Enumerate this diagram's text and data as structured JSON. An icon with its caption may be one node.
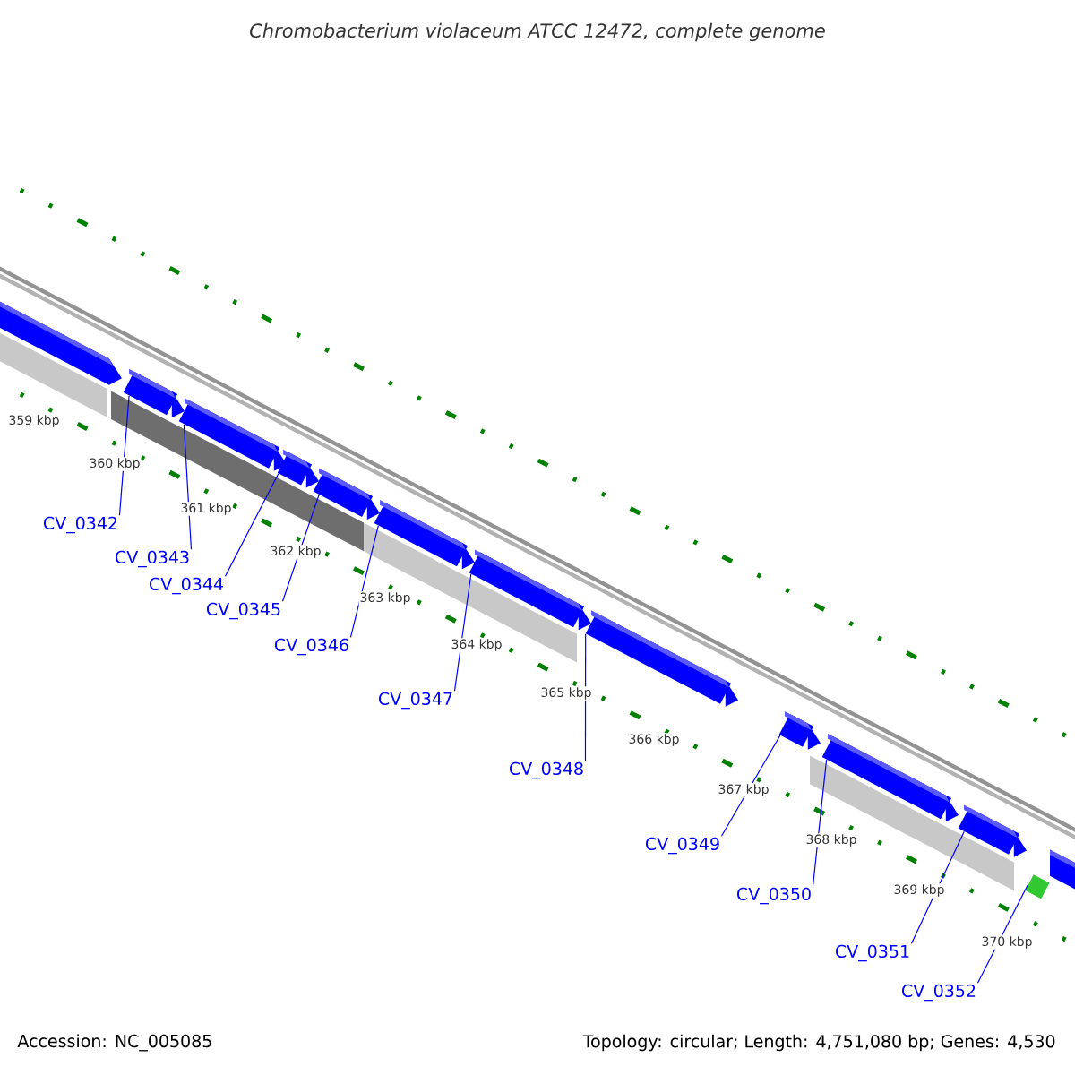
{
  "diagram": {
    "title": "Chromobacterium violaceum ATCC 12472, complete genome",
    "nodes": [
      {
        "text": [
          "CV_0342"
        ]
      },
      {
        "text": [
          "CV_0343"
        ]
      },
      {
        "text": [
          "CV_0344"
        ]
      },
      {
        "text": [
          "CV_0345"
        ]
      },
      {
        "text": [
          "CV_0346"
        ]
      },
      {
        "text": [
          "CV_0347"
        ]
      },
      {
        "text": [
          "CV_0348"
        ]
      },
      {
        "text": [
          "CV_0349"
        ]
      },
      {
        "text": [
          "CV_0350"
        ]
      },
      {
        "text": [
          "CV_0351"
        ]
      },
      {
        "text": [
          "CV_0352"
        ]
      },
      {
        "text": [],
        "shape": "arrow"
      },
      {
        "text": [],
        "shape": "arrow"
      },
      {
        "text": [],
        "shape": "arrow"
      },
      {
        "text": [],
        "shape": "arrow"
      },
      {
        "text": [],
        "shape": "arrow"
      },
      {
        "text": [],
        "shape": "arrow"
      },
      {
        "text": [],
        "shape": "arrow"
      },
      {
        "text": [],
        "shape": "arrow"
      },
      {
        "text": [],
        "shape": "arrow"
      },
      {
        "text": [],
        "shape": "arrow"
      },
      {
        "text": [],
        "shape": "box"
      }
    ],
    "edges": [
      {
        "from": 0,
        "to": 11,
        "arrow": "none"
      },
      {
        "from": 1,
        "to": 12,
        "arrow": "none"
      },
      {
        "from": 2,
        "to": 13,
        "arrow": "none"
      },
      {
        "from": 3,
        "to": 14,
        "arrow": "none"
      },
      {
        "from": 4,
        "to": 15,
        "arrow": "none"
      },
      {
        "from": 5,
        "to": 16,
        "arrow": "none"
      },
      {
        "from": 6,
        "to": 17,
        "arrow": "none"
      },
      {
        "from": 7,
        "to": 18,
        "arrow": "none"
      },
      {
        "from": 8,
        "to": 19,
        "arrow": "none"
      },
      {
        "from": 9,
        "to": 20,
        "arrow": "none"
      },
      {
        "from": 10,
        "to": 21,
        "arrow": "none"
      }
    ],
    "labels": [
      "359 kbp",
      "360 kbp",
      "361 kbp",
      "362 kbp",
      "363 kbp",
      "364 kbp",
      "365 kbp",
      "366 kbp",
      "367 kbp",
      "368 kbp",
      "369 kbp",
      "370 kbp",
      "Accession: NC_005085",
      "Topology: circular; Length: 4,751,080 bp; Genes: 4,530"
    ]
  }
}
